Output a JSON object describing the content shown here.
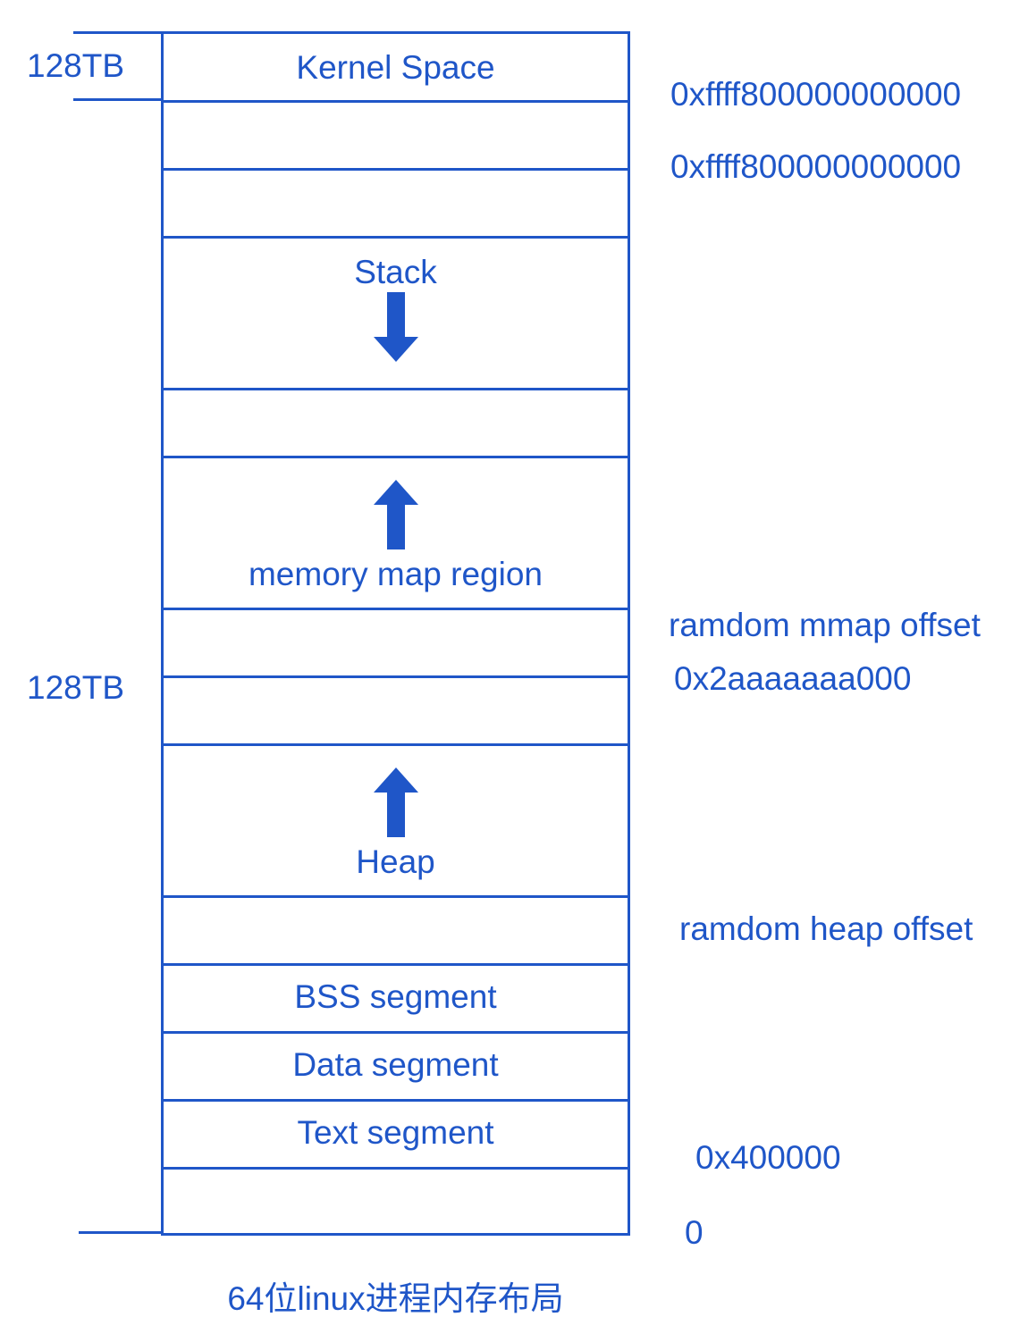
{
  "diagram": {
    "title": "64位linux进程内存布局",
    "left_labels": {
      "kernel_size": "128TB",
      "user_size": "128TB"
    },
    "segments": [
      {
        "id": "kernel",
        "label": "Kernel Space"
      },
      {
        "id": "gap1",
        "label": ""
      },
      {
        "id": "gap2",
        "label": ""
      },
      {
        "id": "stack",
        "label": "Stack",
        "arrow": "down"
      },
      {
        "id": "gap3",
        "label": ""
      },
      {
        "id": "mmap",
        "label": "memory map region",
        "arrow": "up"
      },
      {
        "id": "gap4",
        "label": ""
      },
      {
        "id": "gap5",
        "label": ""
      },
      {
        "id": "heap",
        "label": "Heap",
        "arrow": "up"
      },
      {
        "id": "gap6",
        "label": ""
      },
      {
        "id": "bss",
        "label": "BSS segment"
      },
      {
        "id": "data",
        "label": "Data segment"
      },
      {
        "id": "text",
        "label": "Text segment"
      },
      {
        "id": "gap7",
        "label": ""
      }
    ],
    "right_labels": {
      "kernel_start": "0xffff800000000000",
      "user_top": "0xffff800000000000",
      "mmap_offset": "ramdom mmap offset",
      "mmap_base": "0x2aaaaaaa000",
      "heap_offset": "ramdom heap offset",
      "text_start": "0x400000",
      "zero": "0"
    },
    "colors": {
      "primary": "#1f56c8"
    }
  }
}
